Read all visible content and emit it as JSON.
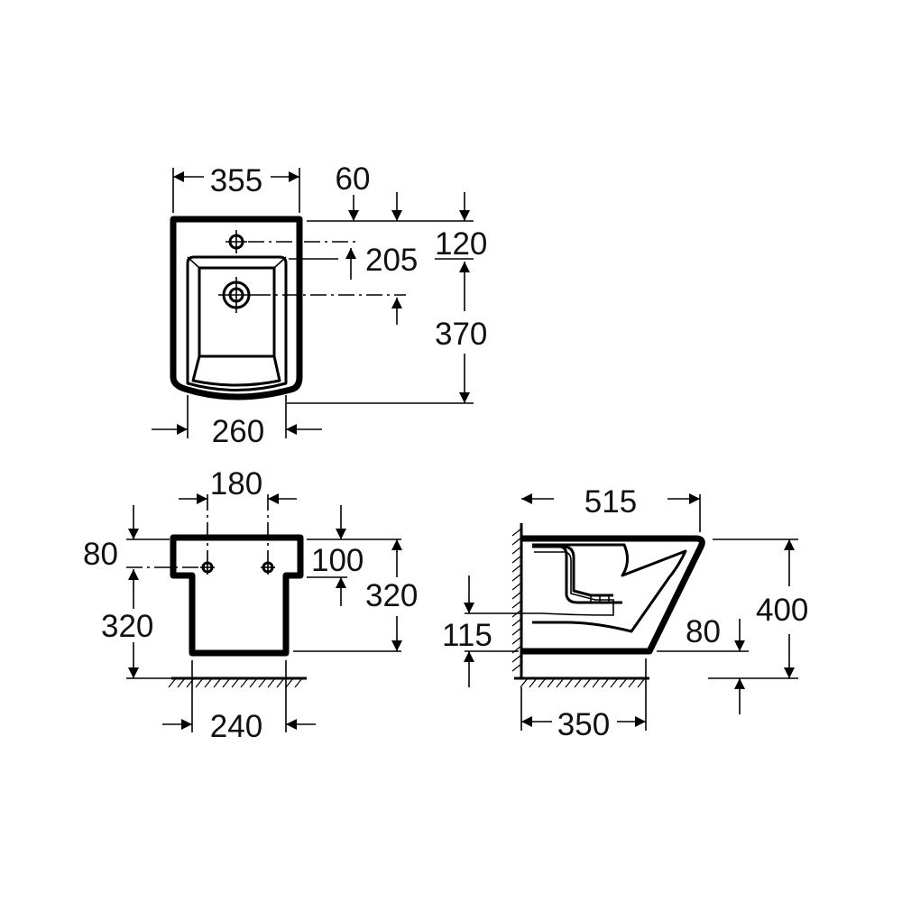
{
  "top_view": {
    "dims": {
      "overall_width": "355",
      "tap_hole_offset": "60",
      "rim_depth": "120",
      "drain_depth": "205",
      "overall_depth": "370",
      "bowl_width": "260"
    }
  },
  "front_view": {
    "dims": {
      "fixing_spacing": "180",
      "top_to_fixing": "80",
      "top_step": "100",
      "pan_height": "320",
      "fixing_height": "320",
      "base_width": "240"
    }
  },
  "side_view": {
    "dims": {
      "projection": "515",
      "height": "400",
      "waste_height": "115",
      "waste_offset": "80",
      "base_depth": "350"
    }
  }
}
